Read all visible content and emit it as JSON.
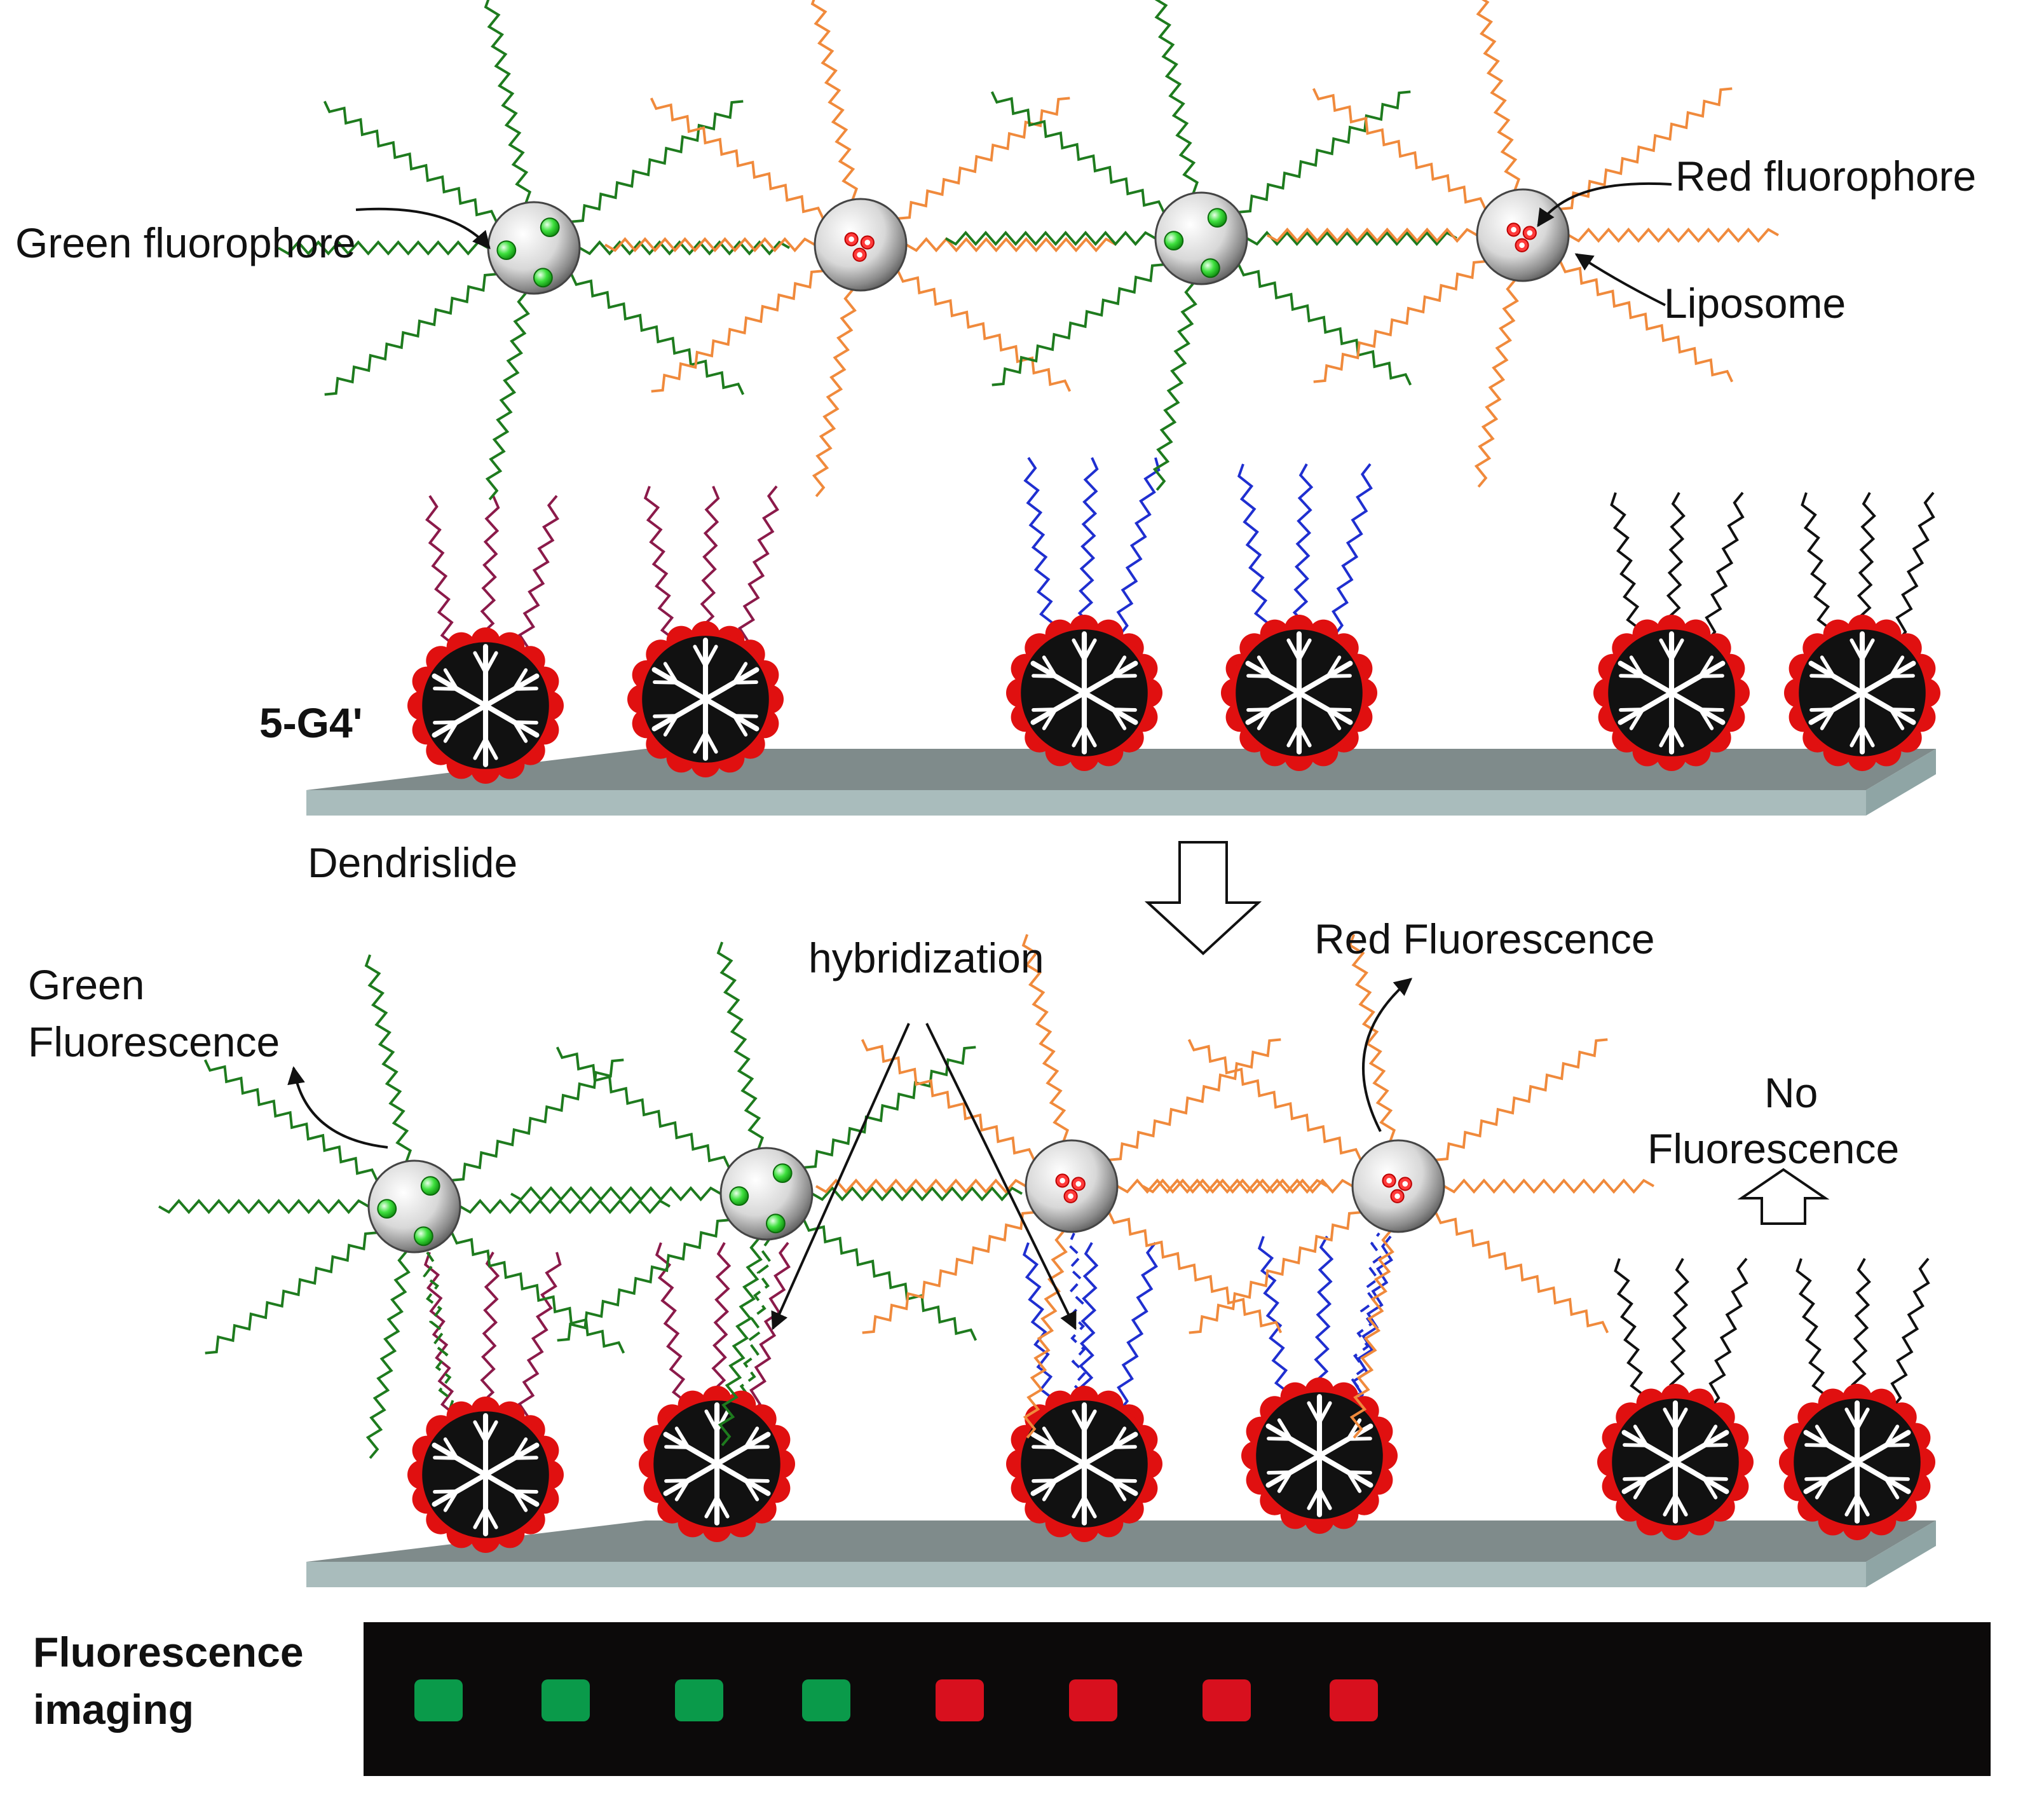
{
  "labels": {
    "green_fluorophore": "Green fluorophore",
    "red_fluorophore": "Red fluorophore",
    "liposome": "Liposome",
    "g4": "5-G4'",
    "dendrislide": "Dendrislide",
    "hybridization": "hybridization",
    "green_fluorescence_1": "Green",
    "green_fluorescence_2": "Fluorescence",
    "red_fluorescence": "Red Fluorescence",
    "no_fluorescence_1": "No",
    "no_fluorescence_2": "Fluorescence",
    "imaging_1": "Fluorescence",
    "imaging_2": "imaging"
  },
  "colors": {
    "green_strand": "#1e7b1e",
    "orange_strand": "#f08a3c",
    "maroon_strand": "#8b1a4a",
    "blue_strand": "#1f2fd0",
    "black_strand": "#111111",
    "dendrimer_rim": "#e01010",
    "slide_top": "#7f8b8b",
    "slide_edge": "#a9bcbc",
    "spot_green": "#0a9a4a",
    "spot_red": "#d8101e",
    "imaging_bg": "#0c0a0a"
  },
  "imaging_spots": [
    "green",
    "green",
    "green",
    "green",
    "red",
    "red",
    "red",
    "red"
  ]
}
